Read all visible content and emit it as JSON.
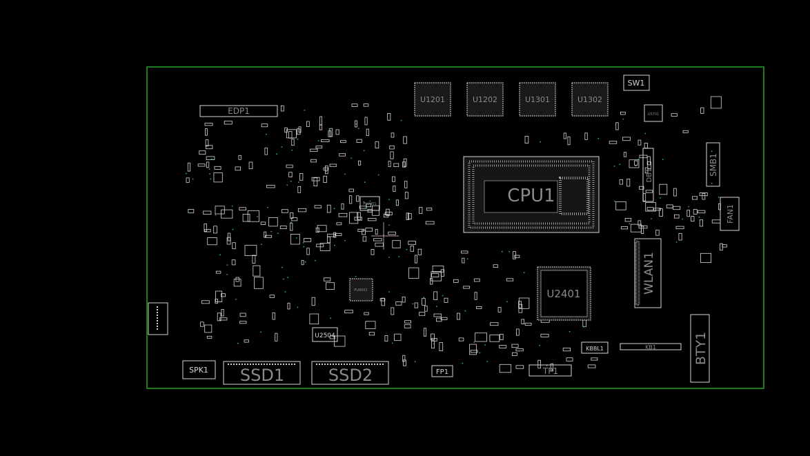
{
  "colors": {
    "background": "#000000",
    "outline": "#1f7a1f",
    "silk": "#d8d8d8",
    "dim": "#8a8a8a",
    "via": "#2aa9b8"
  },
  "labels": {
    "edp1": "EDP1",
    "u1201": "U1201",
    "u1202": "U1202",
    "u1301": "U1301",
    "u1302": "U1302",
    "sw1": "SW1",
    "cpu1": "CPU1",
    "smb1": "SMB1",
    "db1": "DB1",
    "fan1": "FAN1",
    "wlan1": "WLAN1",
    "u2401": "U2401",
    "bty1": "BTY1",
    "kb1": "KB1",
    "kbbl1": "KBBL1",
    "tp1": "TP1",
    "fp1": "FP1",
    "u2504": "U2504",
    "spk1": "SPK1",
    "ssd1": "SSD1",
    "ssd2": "SSD2",
    "pu2401": "PU2401",
    "pu8001": "PU8001",
    "u5701": "U5701"
  }
}
